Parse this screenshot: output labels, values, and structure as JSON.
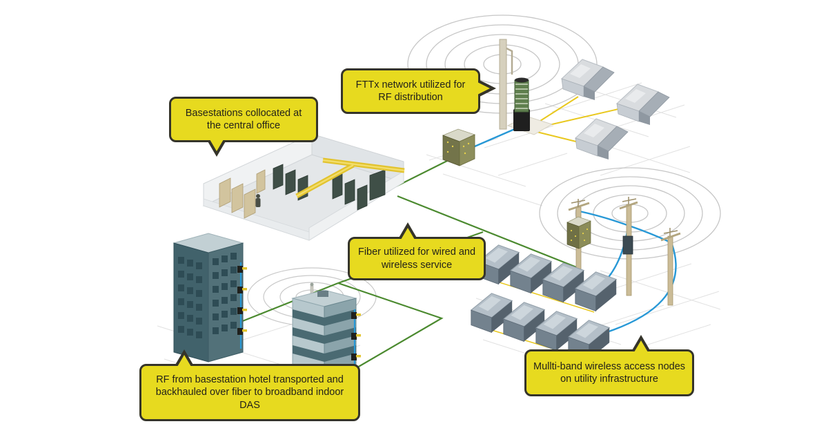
{
  "figure": {
    "kind": "network-architecture-diagram",
    "background": "#ffffff"
  },
  "colors": {
    "callout_fill": "#e7da1f",
    "callout_border": "#35342a",
    "callout_text": "#23221a",
    "fiber_green": "#4b8a2f",
    "cable_blue": "#2798d6",
    "drop_yellow": "#e9c81e",
    "wave_gray": "#c6c6c6",
    "building_teal": "#41626b",
    "house_slate": "#73828e"
  },
  "callouts": {
    "basestations": {
      "text": "Basestations collocated at the central office"
    },
    "fttx": {
      "text": "FTTx network utilized for RF distribution"
    },
    "fiber": {
      "text": "Fiber utilized for wired and wireless service"
    },
    "multiband": {
      "text": "Mullti-band wireless access nodes on utility infrastructure"
    },
    "das_backhaul": {
      "text": "RF from basestation hotel transported and backhauled over fiber to broadband indoor DAS"
    }
  }
}
